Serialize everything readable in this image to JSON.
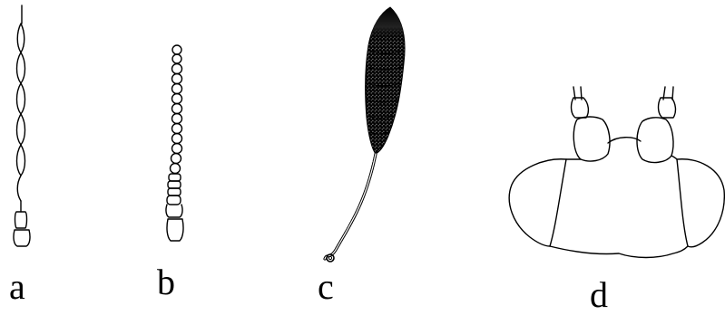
{
  "figure": {
    "labels": {
      "a": "a",
      "b": "b",
      "c": "c",
      "d": "d"
    }
  },
  "colors": {
    "ink": "#000000",
    "paper": "#ffffff"
  }
}
